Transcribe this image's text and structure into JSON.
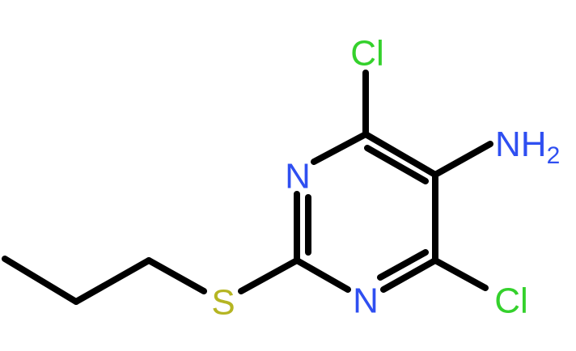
{
  "atoms": {
    "cl_top": {
      "label": "Cl",
      "color": "#34d12c"
    },
    "nh2": {
      "label": "NH",
      "sub": "2",
      "color": "#2f4ff1"
    },
    "n_upper": {
      "label": "N",
      "color": "#2f4ff1"
    },
    "s": {
      "label": "S",
      "color": "#b5b522"
    },
    "n_lower": {
      "label": "N",
      "color": "#2f4ff1"
    },
    "cl_bottom": {
      "label": "Cl",
      "color": "#34d12c"
    }
  },
  "bond_color": "#000000"
}
